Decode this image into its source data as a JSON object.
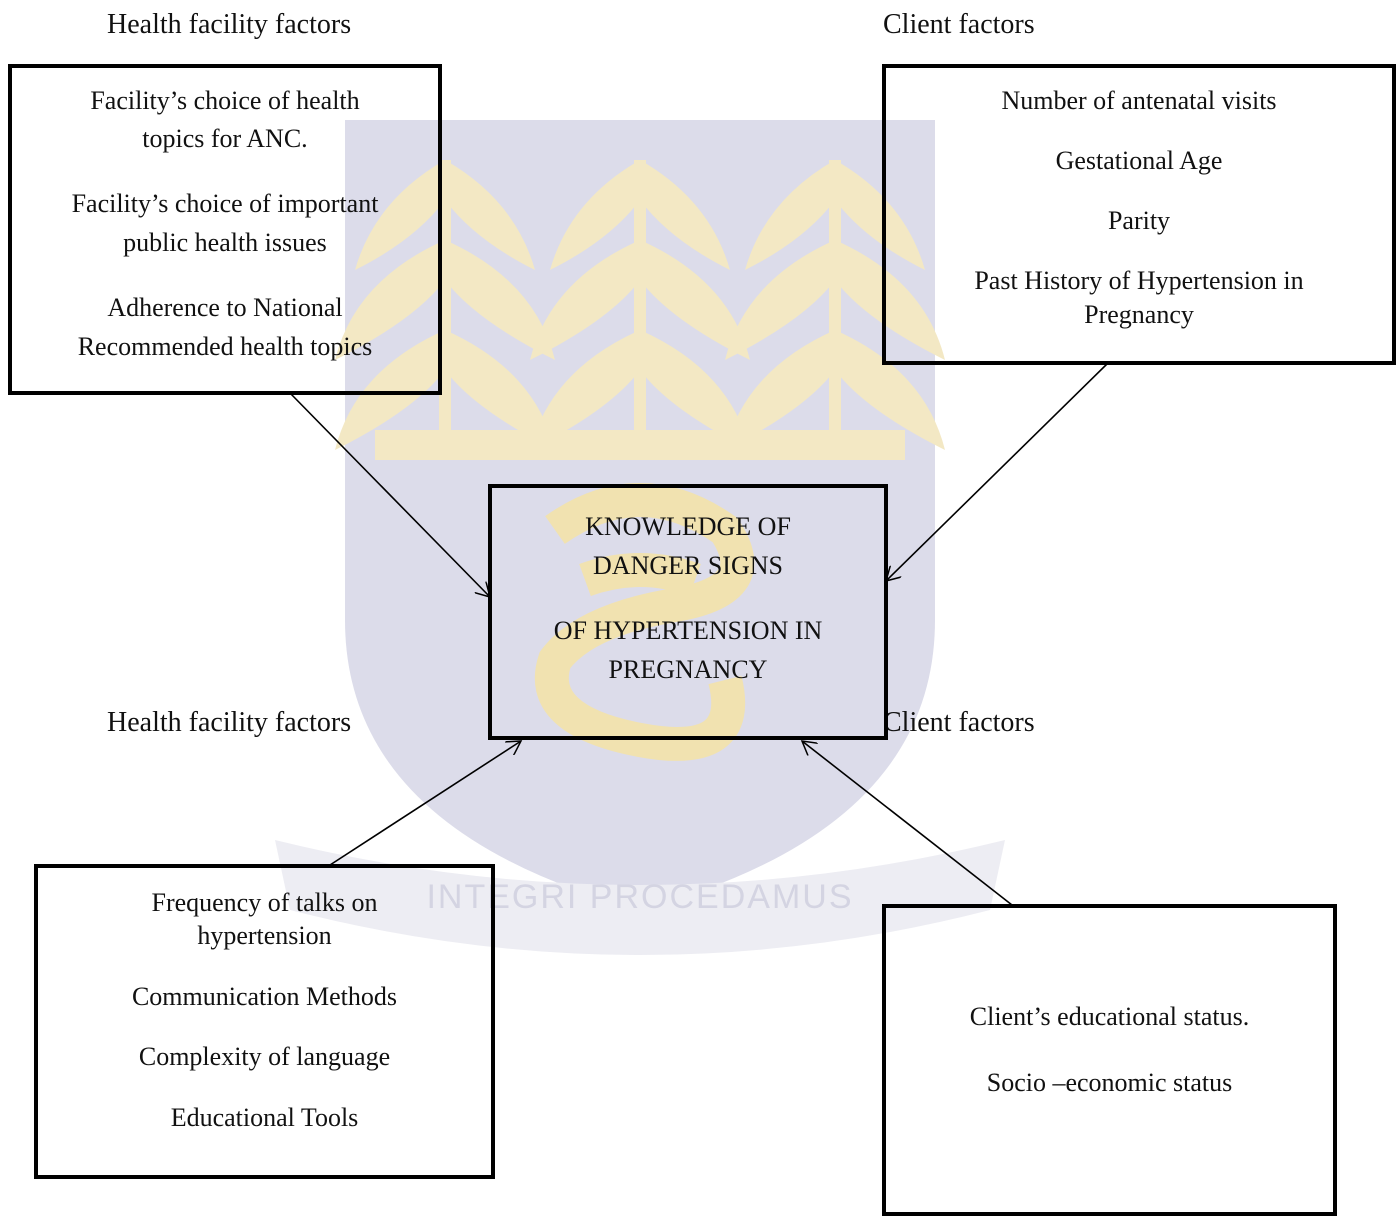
{
  "headings": {
    "top_left": "Health facility factors",
    "top_right": "Client factors",
    "bottom_left": "Health facility factors",
    "bottom_right": "Client factors"
  },
  "center_box": {
    "lines": [
      "KNOWLEDGE OF",
      "DANGER SIGNS",
      "OF HYPERTENSION IN",
      "PREGNANCY"
    ]
  },
  "boxes": {
    "top_left": {
      "items": [
        "Facility’s choice of  health",
        "topics for ANC.",
        "Facility’s choice of important",
        "public health issues",
        "Adherence to National",
        "Recommended health topics"
      ]
    },
    "top_right": {
      "items": [
        "Number of antenatal visits",
        "Gestational Age",
        "Parity",
        "Past History of Hypertension in",
        "Pregnancy"
      ]
    },
    "bottom_left": {
      "items": [
        "Frequency of talks on",
        "hypertension",
        "Communication Methods",
        "Complexity of language",
        "Educational Tools"
      ]
    },
    "bottom_right": {
      "items": [
        "Client’s educational status.",
        "Socio –economic status"
      ]
    }
  },
  "watermark": {
    "motto": "INTEGRI PROCEDAMUS",
    "colors": {
      "shield": "#dcdcea",
      "leaves": "#f3e8c4",
      "monogram": "#f1e2b0"
    }
  }
}
